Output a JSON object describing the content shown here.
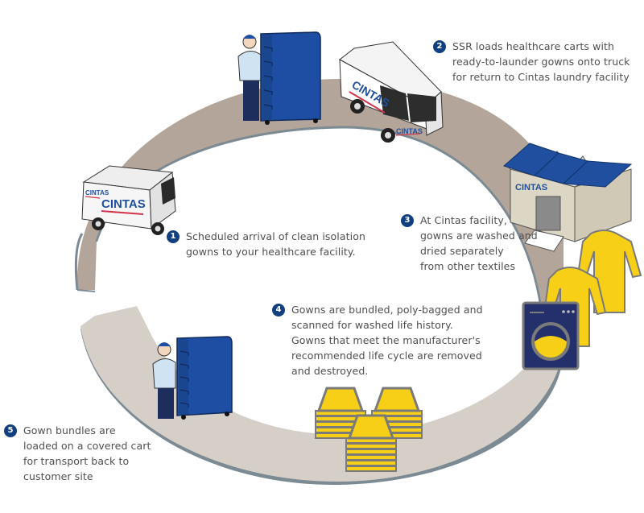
{
  "diagram": {
    "type": "process-cycle",
    "brand": "CINTAS",
    "colors": {
      "badge": "#123f80",
      "ring_top": "#b3a599",
      "ring_bottom": "#d6cfc8",
      "ring_edge": "#7b8a93",
      "cart_blue": "#1d4ea3",
      "gown_yellow": "#f6cf16",
      "washer_navy": "#23306b",
      "roof_blue": "#1f4f9e",
      "building_beige": "#dcd6c4"
    },
    "steps": [
      {
        "number": "1",
        "text": "Scheduled arrival of clean isolation\ngowns to your healthcare facility."
      },
      {
        "number": "2",
        "text": "SSR loads healthcare carts with\nready-to-launder gowns onto truck\nfor return to Cintas laundry facility"
      },
      {
        "number": "3",
        "text": "At Cintas facility,\ngowns are washed and\ndried separately\nfrom other textiles"
      },
      {
        "number": "4",
        "text": "Gowns are bundled, poly-bagged and\nscanned for washed life history.\nGowns that meet the manufacturer's\nrecommended life cycle are removed\nand destroyed."
      },
      {
        "number": "5",
        "text": "Gown bundles are\nloaded on a covered cart\nfor transport back to\ncustomer site"
      }
    ],
    "illustrations": [
      {
        "name": "delivery-van",
        "label": "CINTAS"
      },
      {
        "name": "worker-with-cart"
      },
      {
        "name": "pickup-van",
        "label": "CINTAS"
      },
      {
        "name": "laundry-facility",
        "label": "CINTAS"
      },
      {
        "name": "yellow-gowns"
      },
      {
        "name": "washing-machine"
      },
      {
        "name": "gown-bundles"
      },
      {
        "name": "worker-with-cart"
      }
    ]
  }
}
